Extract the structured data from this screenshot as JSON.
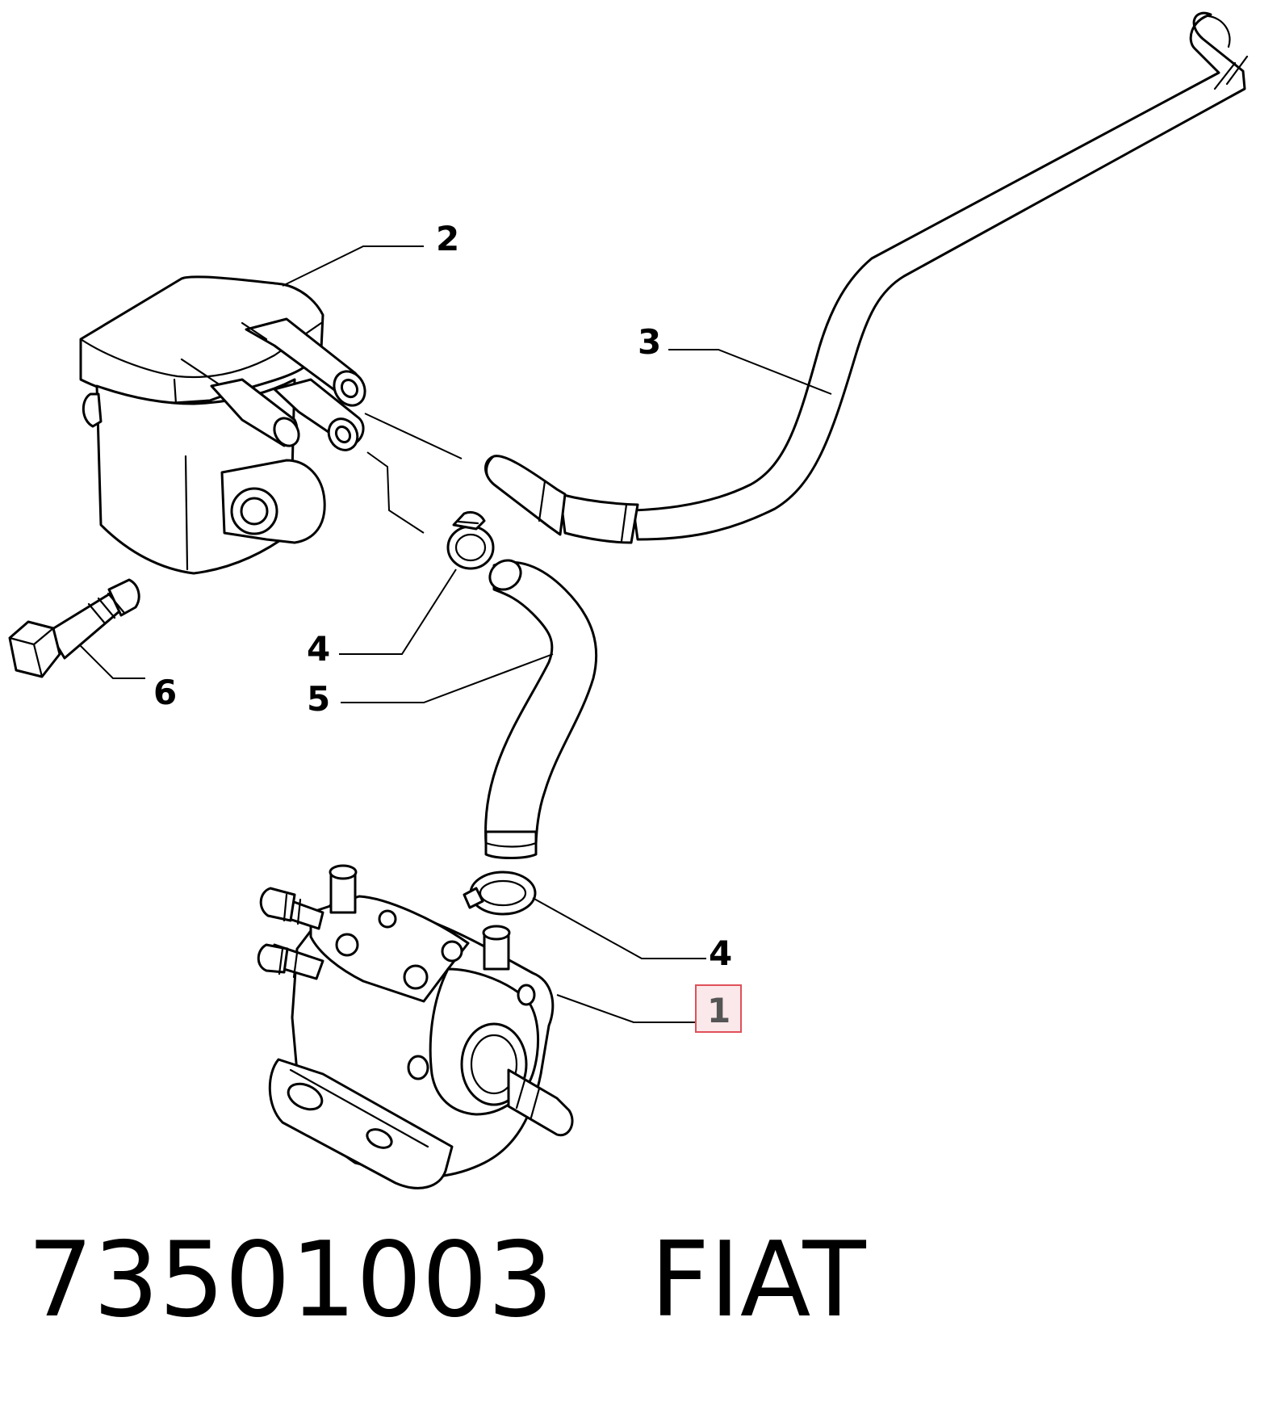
{
  "callouts": {
    "c1": "1",
    "c2": "2",
    "c3": "3",
    "c4a": "4",
    "c4b": "4",
    "c5": "5",
    "c6": "6"
  },
  "highlighted_callout": "1",
  "highlight_color": "#e0505a",
  "caption": {
    "part_number": "73501003",
    "brand": "FIAT"
  }
}
